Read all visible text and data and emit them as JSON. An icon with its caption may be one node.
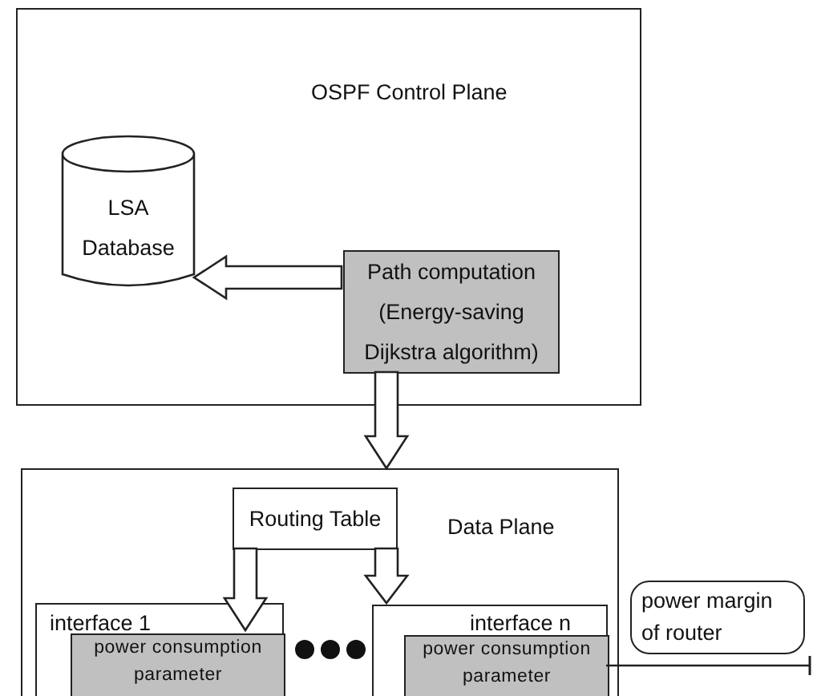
{
  "diagram": {
    "nodes": [
      {
        "text": [
          "OSPF Control Plane"
        ]
      },
      {
        "text": [
          "LSA Database"
        ],
        "in": 0
      },
      {
        "text": [
          "Path computation (Energy-saving Dijkstra algorithm)"
        ],
        "in": 0
      },
      {
        "text": [
          "Data Plane"
        ]
      },
      {
        "text": [
          "Routing Table"
        ],
        "in": 3
      },
      {
        "text": [
          "interface 1"
        ],
        "in": 3
      },
      {
        "text": [
          "power consumption parameter"
        ],
        "in": 5
      },
      {
        "text": [
          "interface n"
        ],
        "in": 3
      },
      {
        "text": [
          "power consumption parameter"
        ],
        "in": 7
      },
      {
        "text": [
          "power margin of router"
        ]
      }
    ],
    "edges": [
      {
        "from": 2,
        "to": 1,
        "arrow": "to",
        "style": "thick"
      },
      {
        "from": 2,
        "to": 3,
        "arrow": "to",
        "style": "thick"
      },
      {
        "from": 4,
        "to": 6,
        "arrow": "to",
        "style": "thick"
      },
      {
        "from": 4,
        "to": 7,
        "arrow": "to",
        "style": "thick"
      },
      {
        "from": 8,
        "to": 9,
        "arrow": "other"
      }
    ]
  }
}
